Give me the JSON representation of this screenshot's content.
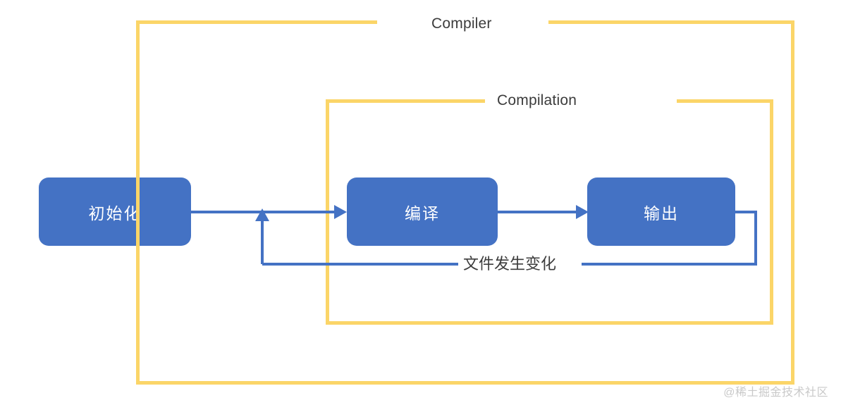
{
  "diagram": {
    "title": "Webpack Compiler / Compilation flow",
    "colors": {
      "node_fill": "#4472C4",
      "node_text": "#FFFFFF",
      "frame_border": "#FBD568",
      "connector": "#4472C4",
      "caption_text": "#3C3C3C",
      "background": "#FFFFFF",
      "watermark": "#C9C9C9"
    },
    "frames": [
      {
        "id": "compiler",
        "label": "Compiler"
      },
      {
        "id": "compilation",
        "label": "Compilation"
      }
    ],
    "nodes": [
      {
        "id": "init",
        "label": "初始化"
      },
      {
        "id": "compile",
        "label": "编译"
      },
      {
        "id": "output",
        "label": "输出"
      }
    ],
    "connectors": [
      {
        "id": "init-to-compile",
        "from": "init",
        "to": "compile",
        "label": ""
      },
      {
        "id": "compile-to-output",
        "from": "compile",
        "to": "output",
        "label": ""
      },
      {
        "id": "feedback-loop",
        "from": "output",
        "to": "compile",
        "label": "文件发生变化"
      }
    ],
    "watermark": "@稀土掘金技术社区"
  }
}
